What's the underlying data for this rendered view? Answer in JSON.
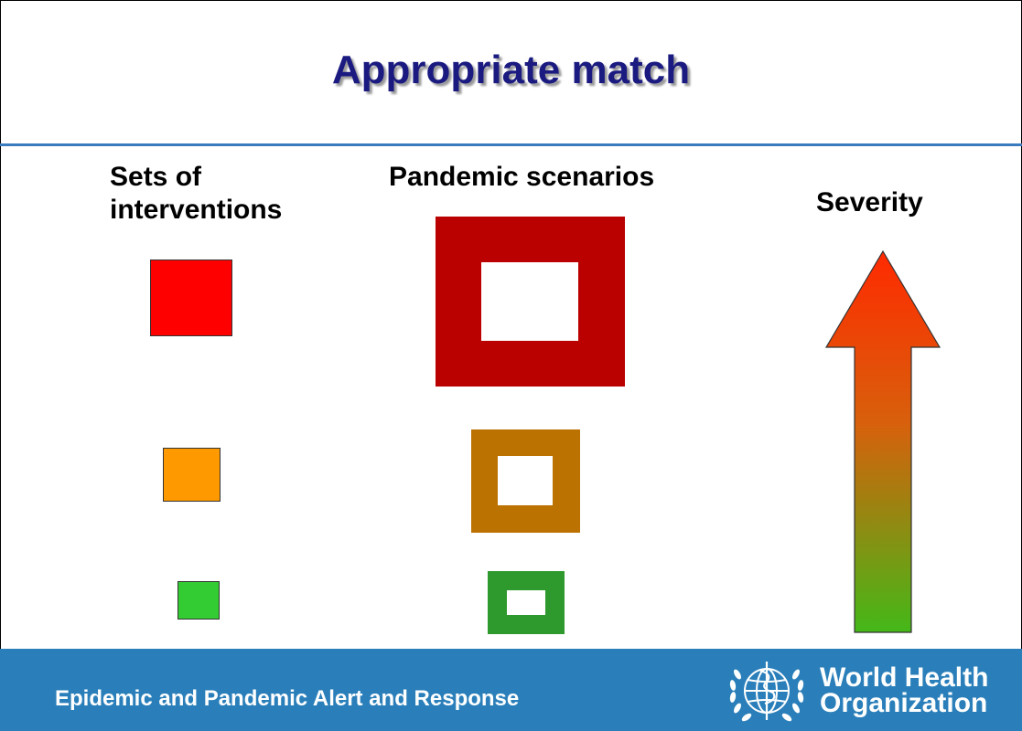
{
  "title": "Appropriate match",
  "headings": {
    "sets_line1": "Sets of",
    "sets_line2": "interventions",
    "pandemic": "Pandemic scenarios",
    "severity": "Severity"
  },
  "interventions": [
    {
      "level": "high",
      "color": "#ff0000"
    },
    {
      "level": "medium",
      "color": "#ff9900"
    },
    {
      "level": "low",
      "color": "#33cc33"
    }
  ],
  "scenarios": [
    {
      "level": "high",
      "color": "#bb0000"
    },
    {
      "level": "medium",
      "color": "#bb7200"
    },
    {
      "level": "low",
      "color": "#2e9a2e"
    }
  ],
  "severity_arrow": {
    "color_top": "#ff2a00",
    "color_bottom": "#44b818"
  },
  "footer": {
    "text": "Epidemic and Pandemic Alert and Response",
    "org_line1": "World Health",
    "org_line2": "Organization",
    "background": "#2a7fba"
  }
}
